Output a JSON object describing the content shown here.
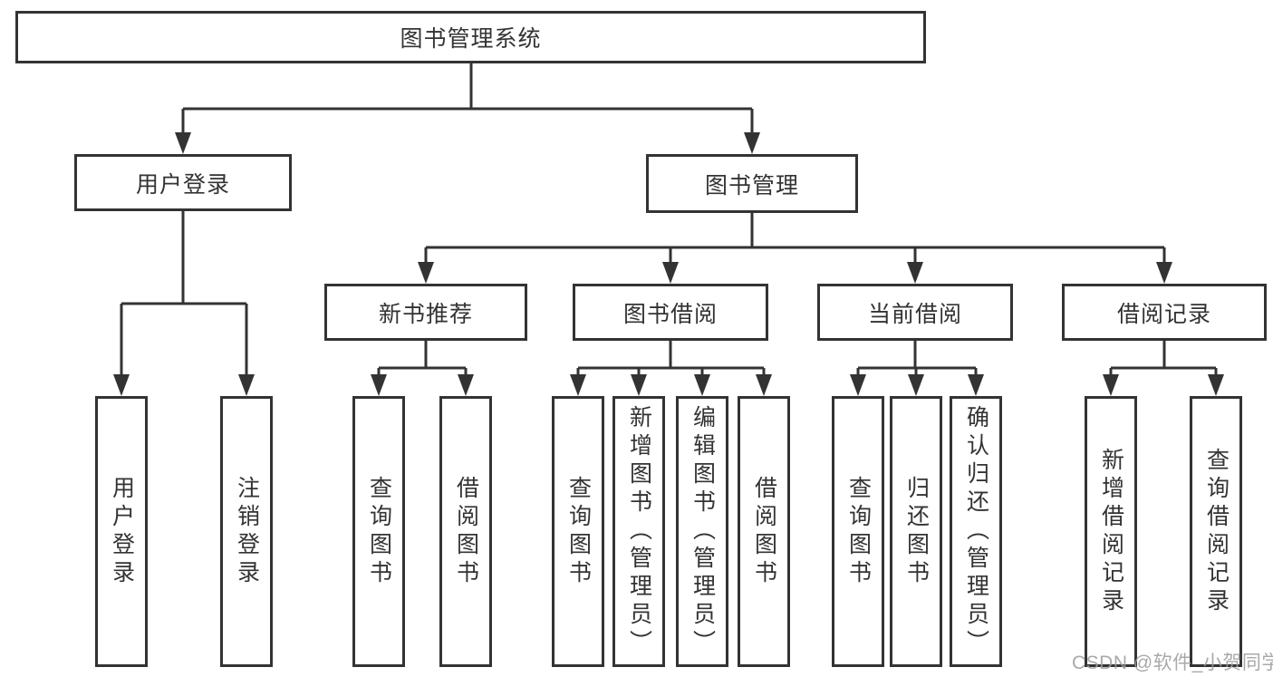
{
  "diagram": {
    "type": "hierarchy-tree",
    "colors": {
      "line": "#333333",
      "box_border": "#333333",
      "box_fill": "#ffffff",
      "text": "#333333",
      "background": "#ffffff",
      "watermark": "#9e9e9e"
    },
    "tree": {
      "label": "图书管理系统",
      "children": [
        {
          "label": "用户登录",
          "children": [
            {
              "label": "用户登录"
            },
            {
              "label": "注销登录"
            }
          ]
        },
        {
          "label": "图书管理",
          "children": [
            {
              "label": "新书推荐",
              "children": [
                {
                  "label": "查询图书"
                },
                {
                  "label": "借阅图书"
                }
              ]
            },
            {
              "label": "图书借阅",
              "children": [
                {
                  "label": "查询图书"
                },
                {
                  "label": "新增图书（管理员）"
                },
                {
                  "label": "编辑图书（管理员）"
                },
                {
                  "label": "借阅图书"
                }
              ]
            },
            {
              "label": "当前借阅",
              "children": [
                {
                  "label": "查询图书"
                },
                {
                  "label": "归还图书"
                },
                {
                  "label": "确认归还（管理员）"
                }
              ]
            },
            {
              "label": "借阅记录",
              "children": [
                {
                  "label": "新增借阅记录"
                },
                {
                  "label": "查询借阅记录"
                }
              ]
            }
          ]
        }
      ]
    },
    "watermark": {
      "text": "CSDN @软件_小贺同学"
    }
  }
}
